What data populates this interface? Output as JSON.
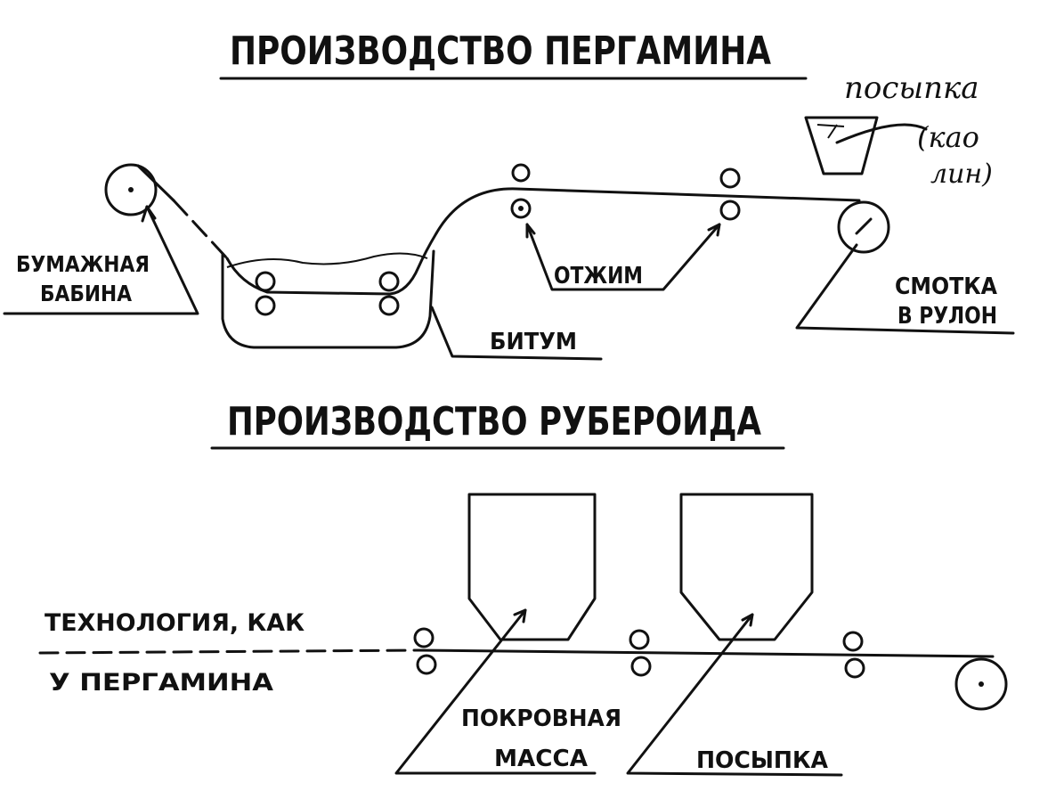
{
  "titles": {
    "parchment": "ПРОИЗВОДСТВО ПЕРГАМИНА",
    "roofing": "ПРОИЗВОДСТВО РУБЕРОИДА"
  },
  "labels": {
    "paper_reel_1": "БУМАЖНАЯ",
    "paper_reel_2": "БАБИНА",
    "bitumen": "БИТУМ",
    "squeeze": "ОТЖИМ",
    "wind_1": "СМОТКА",
    "wind_2": "В РУЛОН",
    "dust_hand_1": "посыпка",
    "dust_hand_2": "(као",
    "dust_hand_3": "лин)",
    "tech_1": "ТЕХНОЛОГИЯ, КАК",
    "tech_2": "У ПЕРГАМИНА",
    "coating_1": "ПОКРОВНАЯ",
    "coating_2": "МАССА",
    "dusting": "ПОСЫПКА"
  }
}
